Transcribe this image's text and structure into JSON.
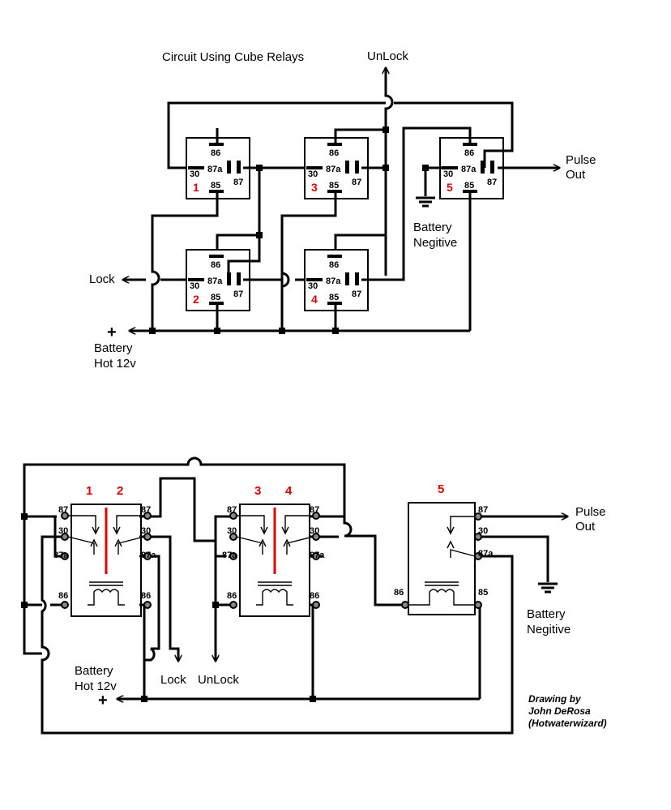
{
  "title": "Circuit Using Cube Relays",
  "top": {
    "unlock_label": "UnLock",
    "lock_label": "Lock",
    "pulse_label_1": "Pulse",
    "pulse_label_2": "Out",
    "battery_neg_1": "Battery",
    "battery_neg_2": "Negitive",
    "battery_hot_1": "Battery",
    "battery_hot_2": "Hot 12v",
    "plus_sign": "+",
    "relays": [
      {
        "num": "1",
        "pins": [
          "86",
          "30",
          "87a",
          "87",
          "85"
        ]
      },
      {
        "num": "2",
        "pins": [
          "86",
          "30",
          "87a",
          "87",
          "85"
        ]
      },
      {
        "num": "3",
        "pins": [
          "86",
          "30",
          "87a",
          "87",
          "85"
        ]
      },
      {
        "num": "4",
        "pins": [
          "86",
          "30",
          "87a",
          "87",
          "85"
        ]
      },
      {
        "num": "5",
        "pins": [
          "86",
          "30",
          "87a",
          "87",
          "85"
        ]
      }
    ]
  },
  "bottom": {
    "relay_group_a": {
      "left_num": "1",
      "right_num": "2"
    },
    "relay_group_b": {
      "left_num": "3",
      "right_num": "4"
    },
    "relay_5_num": "5",
    "pins": [
      "87",
      "30",
      "87a",
      "86",
      "85"
    ],
    "lock_label": "Lock",
    "unlock_label": "UnLock",
    "pulse_label_1": "Pulse",
    "pulse_label_2": "Out",
    "battery_neg_1": "Battery",
    "battery_neg_2": "Negitive",
    "battery_hot_1": "Battery",
    "battery_hot_2": "Hot 12v",
    "plus_sign": "+"
  },
  "credit": {
    "line1": "Drawing by",
    "line2": "John DeRosa",
    "line3": "(Hotwaterwizard)"
  }
}
